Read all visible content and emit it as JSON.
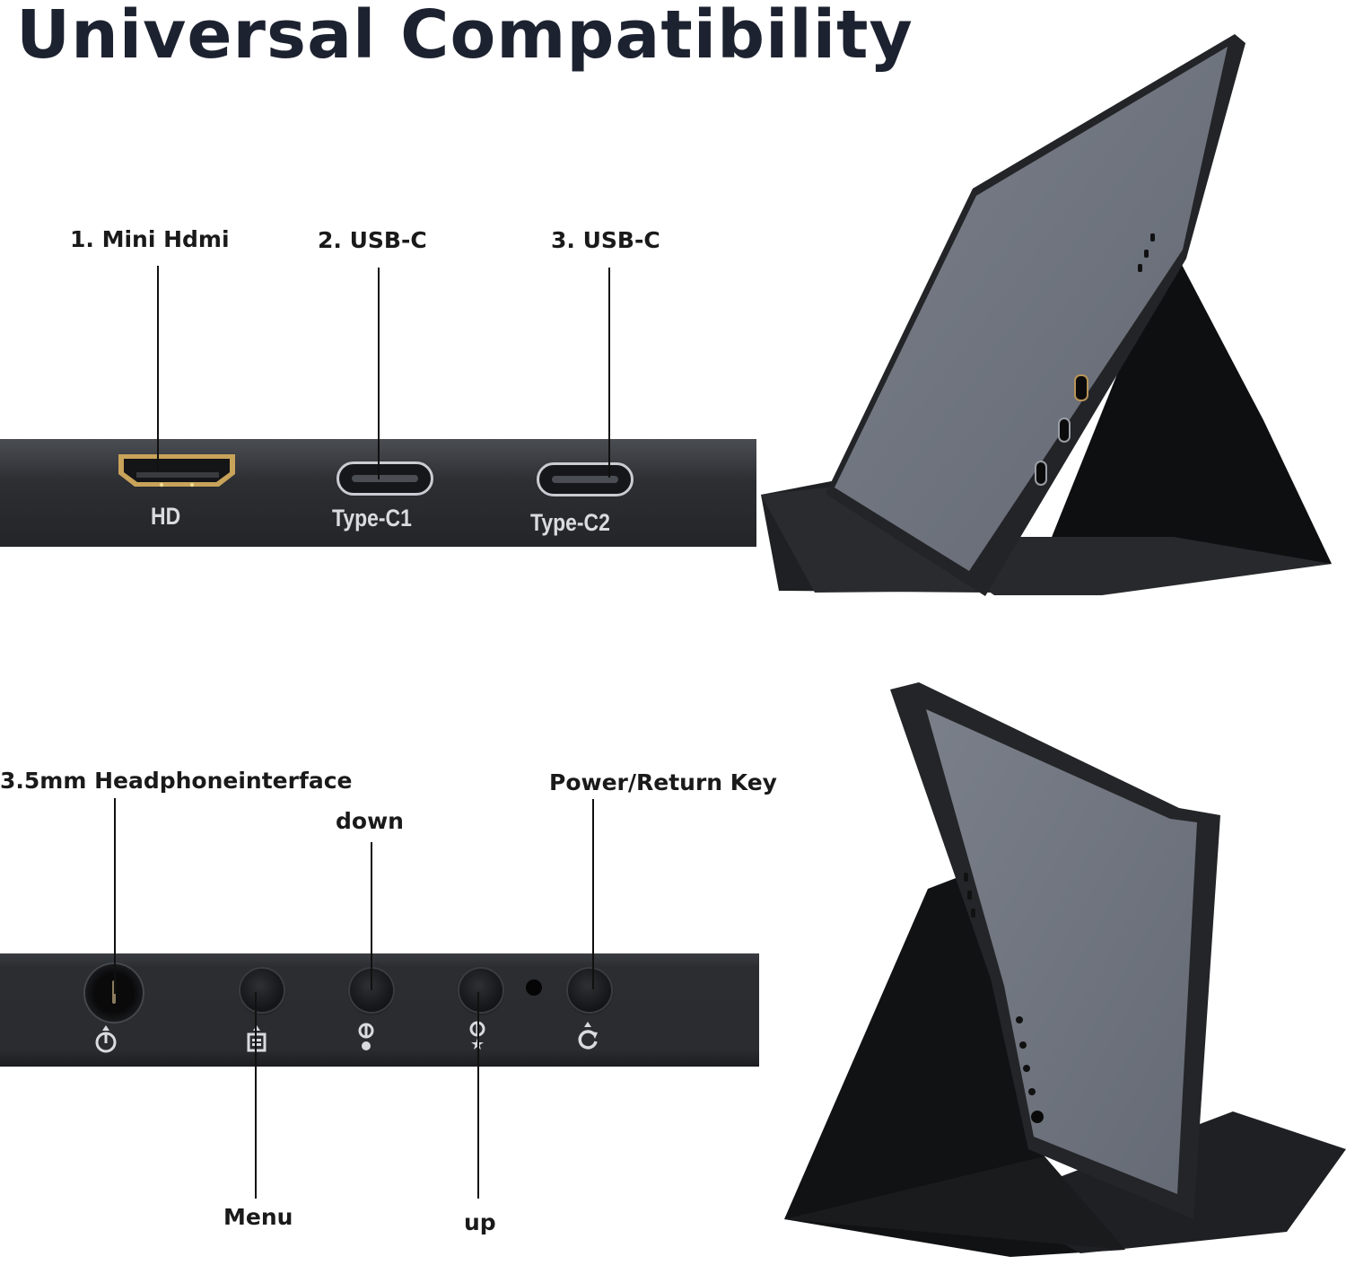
{
  "title": "Universal Compatibility",
  "top_section": {
    "callouts": [
      {
        "label": "1. Mini Hdmi"
      },
      {
        "label": "2. USB-C"
      },
      {
        "label": "3. USB-C"
      }
    ],
    "port_labels": [
      "HD",
      "Type-C1",
      "Type-C2"
    ]
  },
  "bottom_section": {
    "callouts": {
      "headphone": "3.5mm Headphoneinterface",
      "down": "down",
      "power": "Power/Return Key",
      "menu": "Menu",
      "up": "up"
    },
    "button_icons": [
      "headphone-icon",
      "menu-icon",
      "down-icon",
      "up-icon",
      "power-icon"
    ]
  },
  "colors": {
    "title": "#1d2230",
    "panel": "#2a2c30",
    "screen": "#6e7480",
    "hdmi_gold": "#c8a35a"
  }
}
